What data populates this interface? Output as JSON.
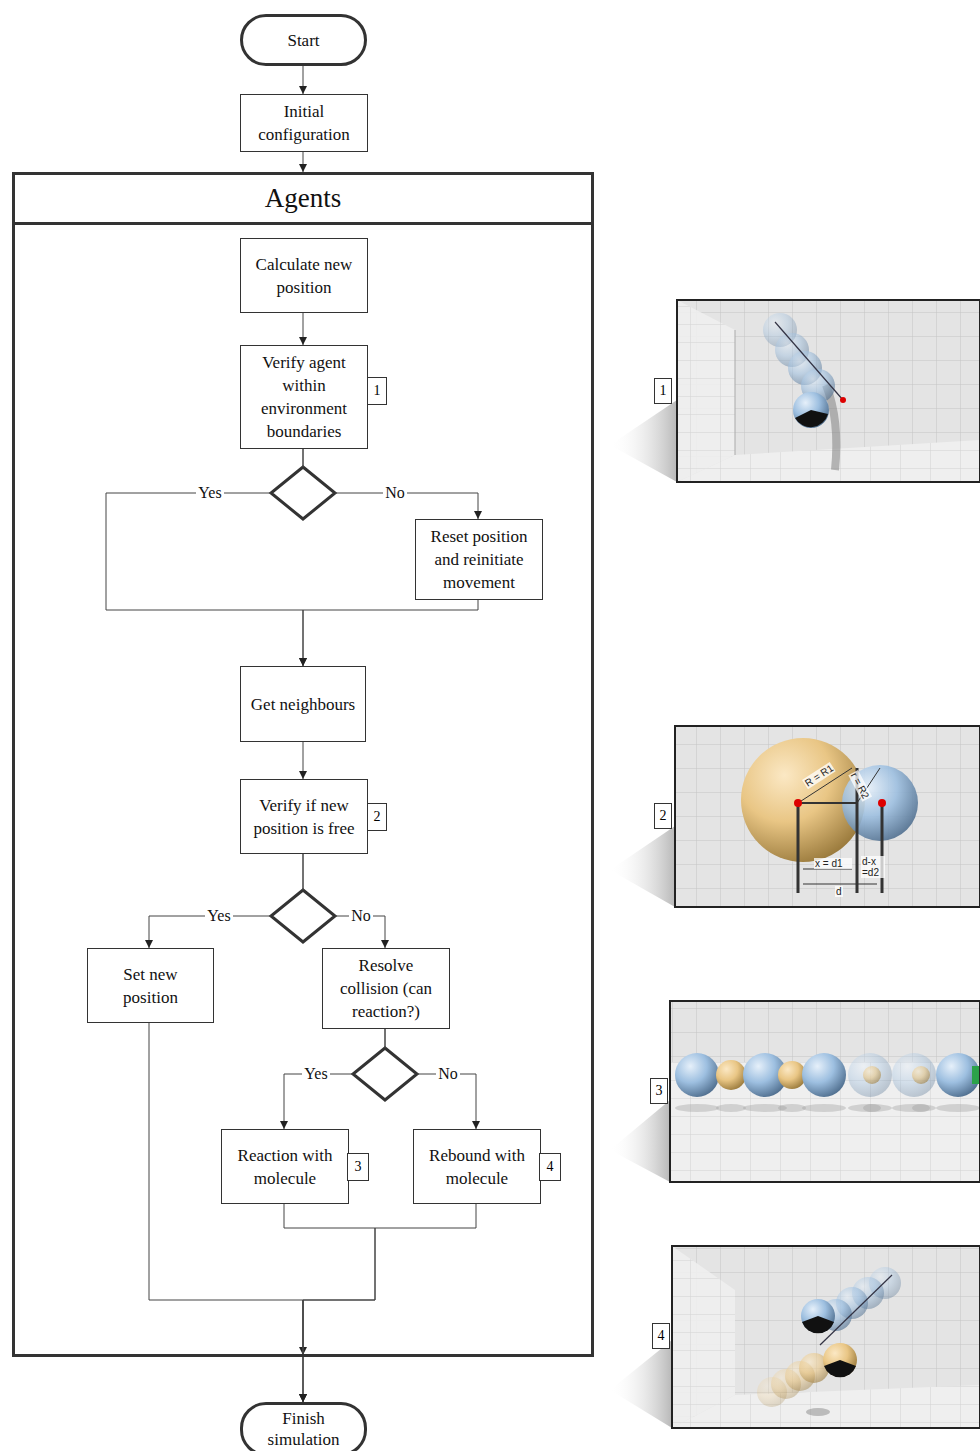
{
  "diagram": {
    "nodes": [
      {
        "text": [
          "Start"
        ]
      },
      {
        "text": [
          "Initial configuration"
        ]
      },
      {
        "text": [
          "Agents"
        ]
      },
      {
        "text": [
          "Calculate new position"
        ],
        "in": 2
      },
      {
        "text": [
          "Verify agent within environment boundaries"
        ],
        "in": 2
      },
      {
        "text": [
          "Reset position and reinitiate movement"
        ],
        "in": 2
      },
      {
        "text": [
          "Get neighbours"
        ],
        "in": 2
      },
      {
        "text": [
          "Verify if new position is free"
        ],
        "in": 2
      },
      {
        "text": [
          "Set new position"
        ],
        "in": 2
      },
      {
        "text": [
          "Resolve collision (can reaction?)"
        ],
        "in": 2
      },
      {
        "text": [
          "Reaction with molecule"
        ],
        "in": 2
      },
      {
        "text": [
          "Rebound with molecule"
        ],
        "in": 2
      },
      {
        "text": [
          "Finish simulation"
        ]
      }
    ],
    "edges": [
      {
        "from": 0,
        "to": 1,
        "arrow": "to"
      },
      {
        "from": 1,
        "to": 2,
        "arrow": "to"
      },
      {
        "from": 3,
        "to": 4,
        "arrow": "to"
      },
      {
        "from": 4,
        "to": 5,
        "label": "No",
        "arrow": "to"
      },
      {
        "from": 4,
        "to": 6,
        "label": "Yes",
        "arrow": "to"
      },
      {
        "from": 5,
        "to": 6,
        "arrow": "to"
      },
      {
        "from": 6,
        "to": 7,
        "arrow": "to"
      },
      {
        "from": 7,
        "to": 8,
        "label": "Yes",
        "arrow": "to"
      },
      {
        "from": 7,
        "to": 9,
        "label": "No",
        "arrow": "to"
      },
      {
        "from": 9,
        "to": 10,
        "label": "Yes",
        "arrow": "to"
      },
      {
        "from": 9,
        "to": 11,
        "label": "No",
        "arrow": "to"
      },
      {
        "from": 8,
        "to": 12,
        "arrow": "to"
      },
      {
        "from": 10,
        "to": 12,
        "arrow": "to"
      },
      {
        "from": 11,
        "to": 12,
        "arrow": "to"
      }
    ],
    "labels": [
      "1",
      "2",
      "3",
      "4",
      "1",
      "2",
      "3",
      "4",
      "R = R1",
      "r = R2",
      "x = d1",
      "d-x =d2",
      "d"
    ]
  }
}
